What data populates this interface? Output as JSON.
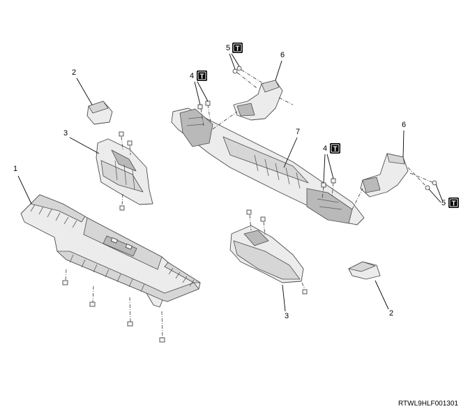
{
  "callouts": [
    "1",
    "2",
    "3",
    "4",
    "5",
    "6",
    "7",
    "4",
    "6",
    "5",
    "3",
    "2"
  ],
  "torque_icon_label": "T",
  "figure_code": "RTWL9HLF001301"
}
